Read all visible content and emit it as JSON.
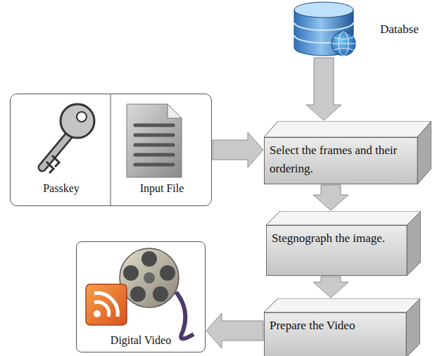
{
  "diagram": {
    "nodes": [
      {
        "text": [
          "Databse"
        ]
      },
      {
        "text": [
          "Passkey",
          "Input File"
        ]
      },
      {
        "text": [
          "Select the frames and their ordering."
        ]
      },
      {
        "text": [
          "Stegnograph the image."
        ]
      },
      {
        "text": [
          "Prepare the Video"
        ]
      },
      {
        "text": [
          "Digital Video"
        ]
      }
    ],
    "edges": [
      {
        "from": 0,
        "to": 2,
        "arrow": "to"
      },
      {
        "from": 1,
        "to": 2,
        "arrow": "to"
      },
      {
        "from": 2,
        "to": 3,
        "arrow": "to"
      },
      {
        "from": 3,
        "to": 4,
        "arrow": "to"
      },
      {
        "from": 4,
        "to": 5,
        "arrow": "to"
      }
    ]
  }
}
